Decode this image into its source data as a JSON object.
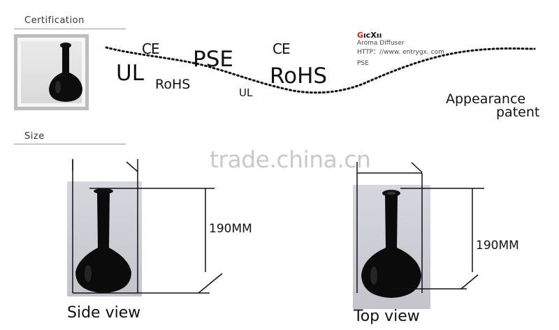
{
  "sections": {
    "certification": "Certification",
    "size": "Size"
  },
  "certifications": {
    "ce_1": "CE",
    "ul_1": "UL",
    "rohs_1": "RoHS",
    "pse": "PSE",
    "ul_2": "UL",
    "ce_2": "CE",
    "rohs_2": "RoHS"
  },
  "product_label": {
    "brand_prefix": "G",
    "brand_rest": "ıcXıı",
    "name": "Aroma Diffuser",
    "url": "HTTP：//www. entrygx. com",
    "cert": "PSE"
  },
  "appearance": {
    "line1": "Appearance",
    "line2": "patent"
  },
  "watermark": "trade.china.cn",
  "side": {
    "dimension": "190MM",
    "caption": "Side view"
  },
  "top": {
    "dimension": "190MM",
    "caption": "Top view"
  },
  "colors": {
    "vase": "#0b0b0b",
    "photo_bg": "#cfcfd6",
    "dots": "#111111"
  }
}
